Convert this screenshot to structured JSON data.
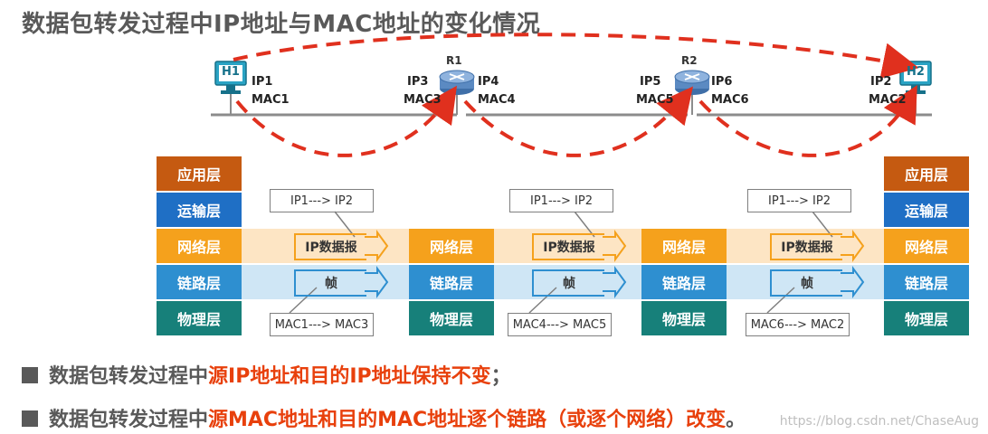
{
  "title": "数据包转发过程中IP地址与MAC地址的变化情况",
  "hosts": {
    "h1": "H1",
    "h2": "H2"
  },
  "routers": {
    "r1": "R1",
    "r2": "R2"
  },
  "addresses": {
    "h1_ip": "IP1",
    "h1_mac": "MAC1",
    "r1_left_ip": "IP3",
    "r1_left_mac": "MAC3",
    "r1_right_ip": "IP4",
    "r1_right_mac": "MAC4",
    "r2_left_ip": "IP5",
    "r2_left_mac": "MAC5",
    "r2_right_ip": "IP6",
    "r2_right_mac": "MAC6",
    "h2_ip": "IP2",
    "h2_mac": "MAC2"
  },
  "layers": {
    "app": "应用层",
    "transport": "运输层",
    "network": "网络层",
    "link": "链路层",
    "physical": "物理层"
  },
  "hops": [
    {
      "ip": "IP1---> IP2",
      "datagram": "IP数据报",
      "frame": "帧",
      "mac": "MAC1---> MAC3"
    },
    {
      "ip": "IP1---> IP2",
      "datagram": "IP数据报",
      "frame": "帧",
      "mac": "MAC4---> MAC5"
    },
    {
      "ip": "IP1---> IP2",
      "datagram": "IP数据报",
      "frame": "帧",
      "mac": "MAC6---> MAC2"
    }
  ],
  "bullets": [
    {
      "prefix": "数据包转发过程中",
      "highlight": "源IP地址和目的IP地址保持不变",
      "suffix": "；"
    },
    {
      "prefix": "数据包转发过程中",
      "highlight": "源MAC地址和目的MAC地址逐个链路（或逐个网络）改变",
      "suffix": "。"
    }
  ],
  "watermark": "https://blog.csdn.net/ChaseAug",
  "colors": {
    "app": "#c55a11",
    "transport": "#1f6fc5",
    "network": "#f5a11c",
    "link": "#2e8fd0",
    "physical": "#17807a",
    "arrow": "#e0301e",
    "highlight": "#e8400c"
  },
  "icons": [
    "host-computer-icon",
    "router-icon"
  ]
}
